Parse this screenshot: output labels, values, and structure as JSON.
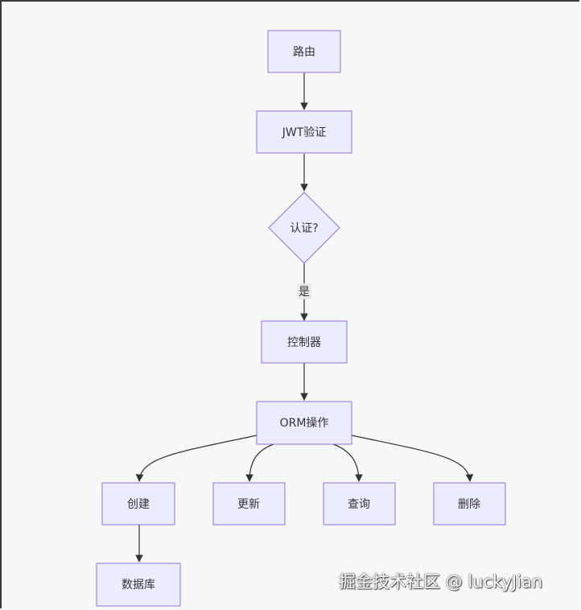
{
  "nodes": {
    "route": "路由",
    "jwt": "JWT验证",
    "auth": "认证?",
    "controller": "控制器",
    "orm": "ORM操作",
    "create": "创建",
    "update": "更新",
    "query": "查询",
    "delete": "删除",
    "database": "数据库"
  },
  "edges": {
    "auth_to_controller_label": "是"
  },
  "watermark": "掘金技术社区 @ luckyJian",
  "colors": {
    "node_fill": "#ECECFF",
    "node_stroke": "#9370DB",
    "edge": "#333333",
    "background": "#f7f7f8"
  }
}
